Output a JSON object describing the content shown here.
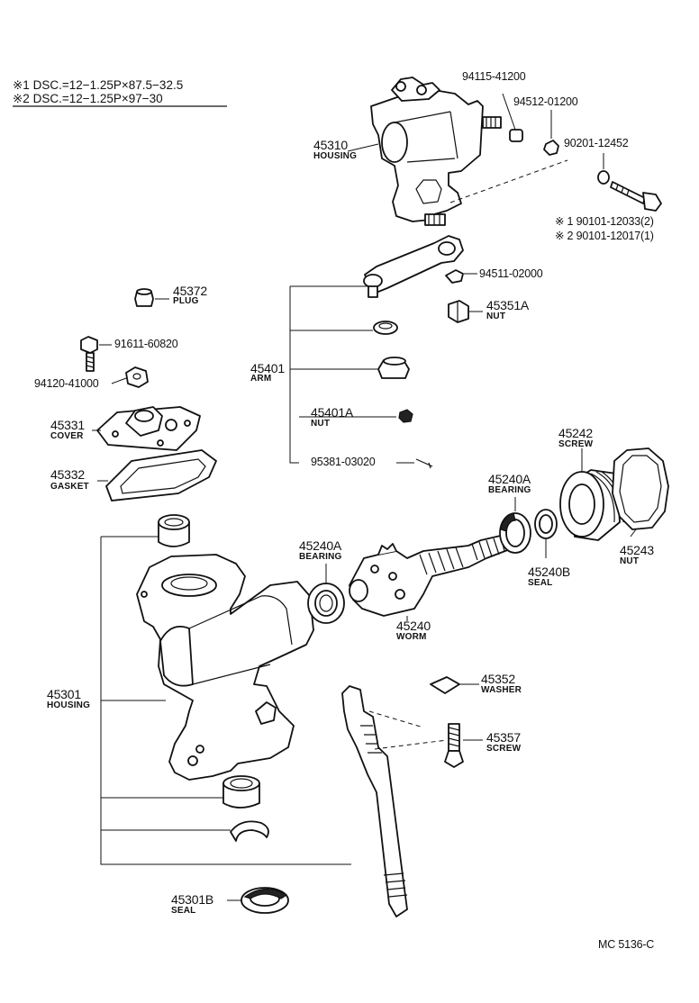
{
  "notes": {
    "line1": "※1  DSC.=12−1.25P×87.5−32.5",
    "line2": "※2  DSC.=12−1.25P×97−30"
  },
  "parts": {
    "p94115": {
      "number": "94115-41200"
    },
    "p94512": {
      "number": "94512-01200"
    },
    "p90201": {
      "number": "90201-12452"
    },
    "p45310": {
      "number": "45310",
      "name": "HOUSING"
    },
    "bolt1": {
      "number": "※ 1  90101-12033(2)"
    },
    "bolt2": {
      "number": "※ 2  90101-12017(1)"
    },
    "p94511": {
      "number": "94511-02000"
    },
    "p45372": {
      "number": "45372",
      "name": "PLUG"
    },
    "p45351A": {
      "number": "45351A",
      "name": "NUT"
    },
    "p91611": {
      "number": "91611-60820"
    },
    "p45401": {
      "number": "45401",
      "name": "ARM"
    },
    "p94120": {
      "number": "94120-41000"
    },
    "p45331": {
      "number": "45331",
      "name": "COVER"
    },
    "p45401A": {
      "number": "45401A",
      "name": "NUT"
    },
    "p45242": {
      "number": "45242",
      "name": "SCREW"
    },
    "p95381": {
      "number": "95381-03020"
    },
    "p45332": {
      "number": "45332",
      "name": "GASKET"
    },
    "p45240A_r": {
      "number": "45240A",
      "name": "BEARING"
    },
    "p45240A_l": {
      "number": "45240A",
      "name": "BEARING"
    },
    "p45243": {
      "number": "45243",
      "name": "NUT"
    },
    "p45240B": {
      "number": "45240B",
      "name": "SEAL"
    },
    "p45240": {
      "number": "45240",
      "name": "WORM"
    },
    "p45352": {
      "number": "45352",
      "name": "WASHER"
    },
    "p45301": {
      "number": "45301",
      "name": "HOUSING"
    },
    "p45357": {
      "number": "45357",
      "name": "SCREW"
    },
    "p45301B": {
      "number": "45301B",
      "name": "SEAL"
    }
  },
  "diagram_code": "MC  5136-C"
}
